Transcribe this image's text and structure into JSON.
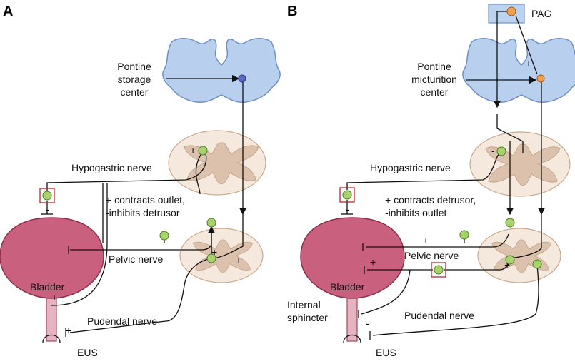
{
  "panels": {
    "a": {
      "letter": "A",
      "pontine_label": [
        "Pontine",
        "storage",
        "center"
      ],
      "hypogastric": "Hypogastric nerve",
      "sympathetic_effect": [
        "+ contracts outlet,",
        "-inhibits detrusor"
      ],
      "pelvic": "Pelvic nerve",
      "bladder": "Bladder",
      "pudendal": "Pudendal nerve",
      "eus": "EUS"
    },
    "b": {
      "letter": "B",
      "pag": "PAG",
      "pontine_label": [
        "Pontine",
        "micturition",
        "center"
      ],
      "hypogastric": "Hypogastric nerve",
      "parasympathetic_effect": [
        "+ contracts detrusor,",
        "-inhibits outlet"
      ],
      "pelvic": "Pelvic nerve",
      "bladder": "Bladder",
      "internal_sphincter": [
        "Internal",
        "sphincter"
      ],
      "pudendal": "Pudendal nerve",
      "eus": "EUS"
    }
  },
  "signs": {
    "plus": "+",
    "minus": "-"
  },
  "colors": {
    "brainstem": "#b9cfee",
    "bladder": "#c9607e",
    "neuron_green": "#a8d26a",
    "neuron_orange": "#f3a04e",
    "neuron_blue": "#5b67c9",
    "highlight_box": "#b22a2a"
  }
}
